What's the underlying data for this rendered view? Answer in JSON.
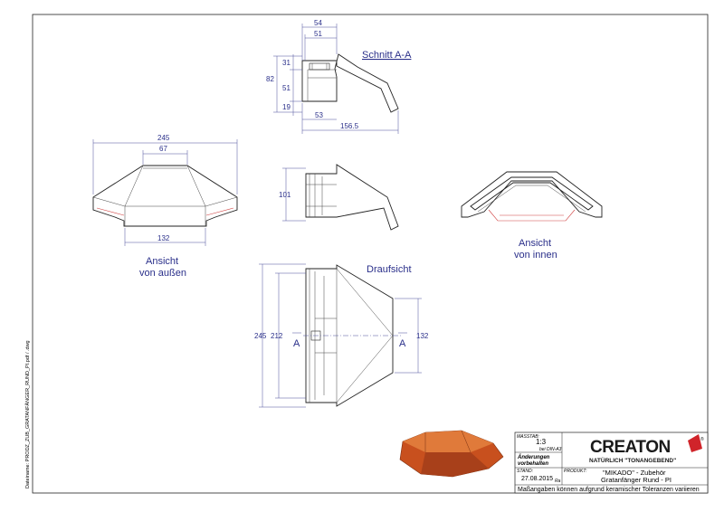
{
  "views": {
    "section_title": "Schnitt A-A",
    "outside_line1": "Ansicht",
    "outside_line2": "von außen",
    "inside_line1": "Ansicht",
    "inside_line2": "von innen",
    "top_title": "Draufsicht",
    "section_mark": "A"
  },
  "dimensions": {
    "sec_54": "54",
    "sec_51_top": "51",
    "sec_31": "31",
    "sec_82": "82",
    "sec_51_side": "51",
    "sec_19": "19",
    "sec_53": "53",
    "sec_156": "156.5",
    "out_245": "245",
    "out_67": "67",
    "out_132": "132",
    "side_101": "101",
    "top_245": "245",
    "top_212": "212",
    "top_132": "132"
  },
  "sidebar_text": "Dateiname: PRODZ_ZUB_GRATANFÄNGER_RUND_PI.pdf / .dwg",
  "title_block": {
    "massstab_label": "MASSTAB:",
    "massstab_value": "1:3",
    "massstab_note": "bei DIN-A3",
    "aenderungen_1": "Änderungen",
    "aenderungen_2": "vorbehalten",
    "stand_label": "STAND:",
    "stand_value": "27.08.2015",
    "stand_note": "Ra",
    "produkt_label": "PRODUKT:",
    "product_line1": "\"MIKADO\" - Zubehör",
    "product_line2": "Gratanfänger Rund - PI",
    "brand_name": "CREATON",
    "brand_slogan": "NATÜRLICH \"TONANGEBEND\"",
    "registered": "®",
    "disclaimer": "Maßangaben können aufgrund keramischer Toleranzen variieren"
  },
  "colors": {
    "dimension_blue": "#2a2f8a",
    "brand_red": "#d0242a",
    "tile_orange": "#c8501e"
  }
}
